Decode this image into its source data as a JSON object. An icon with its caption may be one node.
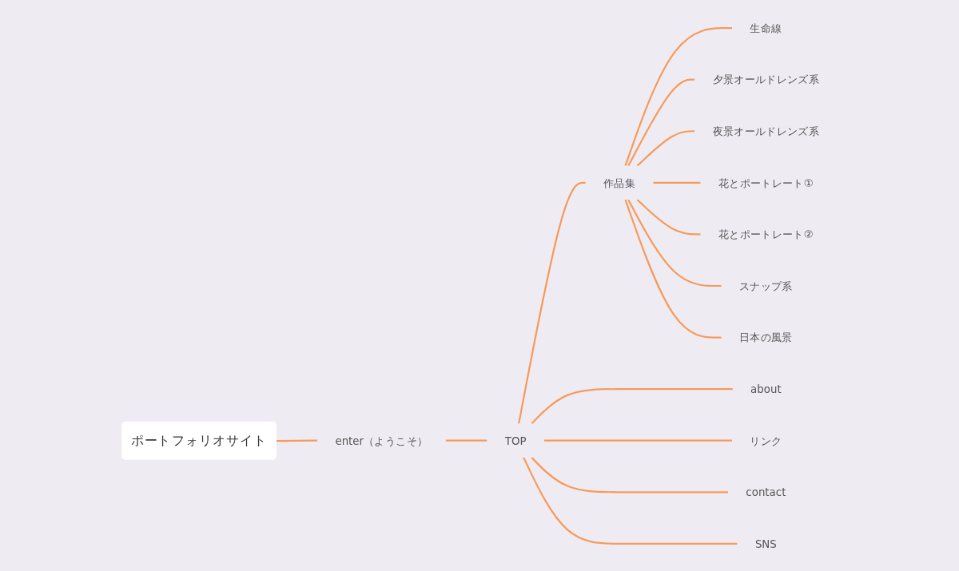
{
  "diagram": {
    "nodes": [
      {
        "text": [
          "ポートフォリオサイト"
        ]
      },
      {
        "text": [
          "enter（ようこそ）"
        ]
      },
      {
        "text": [
          "TOP"
        ]
      },
      {
        "text": [
          "作品集"
        ]
      },
      {
        "text": [
          "生命線"
        ]
      },
      {
        "text": [
          "夕景オールドレンズ系"
        ]
      },
      {
        "text": [
          "夜景オールドレンズ系"
        ]
      },
      {
        "text": [
          "花とポートレート①"
        ]
      },
      {
        "text": [
          "花とポートレート②"
        ]
      },
      {
        "text": [
          "スナップ系"
        ]
      },
      {
        "text": [
          "日本の風景"
        ]
      },
      {
        "text": [
          "about"
        ]
      },
      {
        "text": [
          "リンク"
        ]
      },
      {
        "text": [
          "contact"
        ]
      },
      {
        "text": [
          "SNS"
        ]
      }
    ],
    "edges": [
      {
        "from": 0,
        "to": 1,
        "arrow": "none"
      },
      {
        "from": 1,
        "to": 2,
        "arrow": "none"
      },
      {
        "from": 2,
        "to": 3,
        "arrow": "none"
      },
      {
        "from": 3,
        "to": 4,
        "arrow": "none"
      },
      {
        "from": 3,
        "to": 5,
        "arrow": "none"
      },
      {
        "from": 3,
        "to": 6,
        "arrow": "none"
      },
      {
        "from": 3,
        "to": 7,
        "arrow": "none"
      },
      {
        "from": 3,
        "to": 8,
        "arrow": "none"
      },
      {
        "from": 3,
        "to": 9,
        "arrow": "none"
      },
      {
        "from": 3,
        "to": 10,
        "arrow": "none"
      },
      {
        "from": 2,
        "to": 11,
        "arrow": "none"
      },
      {
        "from": 2,
        "to": 12,
        "arrow": "none"
      },
      {
        "from": 2,
        "to": 13,
        "arrow": "none"
      },
      {
        "from": 2,
        "to": 14,
        "arrow": "none"
      }
    ]
  }
}
